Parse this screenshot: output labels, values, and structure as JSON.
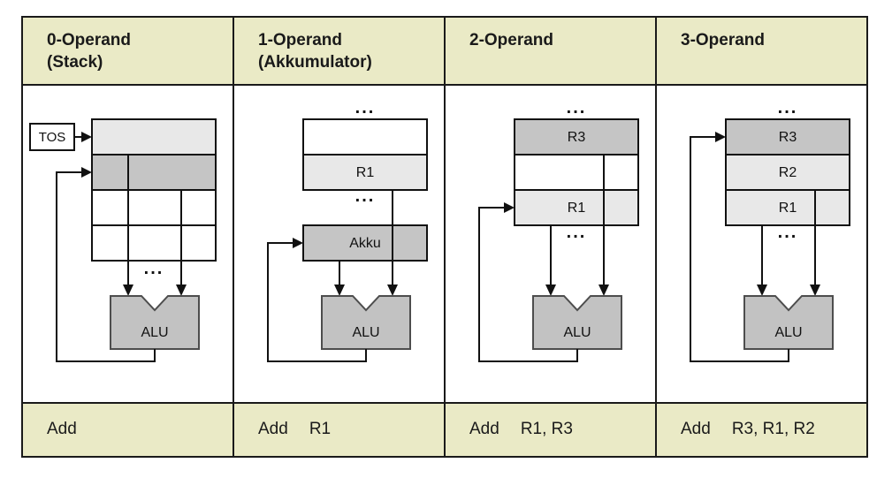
{
  "colors": {
    "band_bg": "#eaeac6",
    "row_light": "#e8e8e8",
    "row_mid": "#c5c5c5",
    "row_white": "#ffffff",
    "box_white": "#ffffff",
    "alu_fill": "#c2c2c2",
    "alu_stroke": "#4d4d4d"
  },
  "ellipsis": "...",
  "columns": [
    {
      "header": {
        "title": "0-Operand",
        "subtitle": "(Stack)"
      },
      "instruction": {
        "mnemonic": "Add",
        "operands": ""
      },
      "tos_label": "TOS",
      "alu_label": "ALU",
      "registers": [
        {
          "label": ""
        },
        {
          "label": ""
        },
        {
          "label": ""
        },
        {
          "label": ""
        }
      ]
    },
    {
      "header": {
        "title": "1-Operand",
        "subtitle": "(Akkumulator)"
      },
      "instruction": {
        "mnemonic": "Add",
        "operands": "R1"
      },
      "akku_label": "Akku",
      "alu_label": "ALU",
      "registers": [
        {
          "label": ""
        },
        {
          "label": "R1"
        }
      ]
    },
    {
      "header": {
        "title": "2-Operand",
        "subtitle": ""
      },
      "instruction": {
        "mnemonic": "Add",
        "operands": "R1, R3"
      },
      "alu_label": "ALU",
      "registers": [
        {
          "label": "R3"
        },
        {
          "label": ""
        },
        {
          "label": "R1"
        }
      ]
    },
    {
      "header": {
        "title": "3-Operand",
        "subtitle": ""
      },
      "instruction": {
        "mnemonic": "Add",
        "operands": "R3, R1, R2"
      },
      "alu_label": "ALU",
      "registers": [
        {
          "label": "R3"
        },
        {
          "label": "R2"
        },
        {
          "label": "R1"
        }
      ]
    }
  ]
}
